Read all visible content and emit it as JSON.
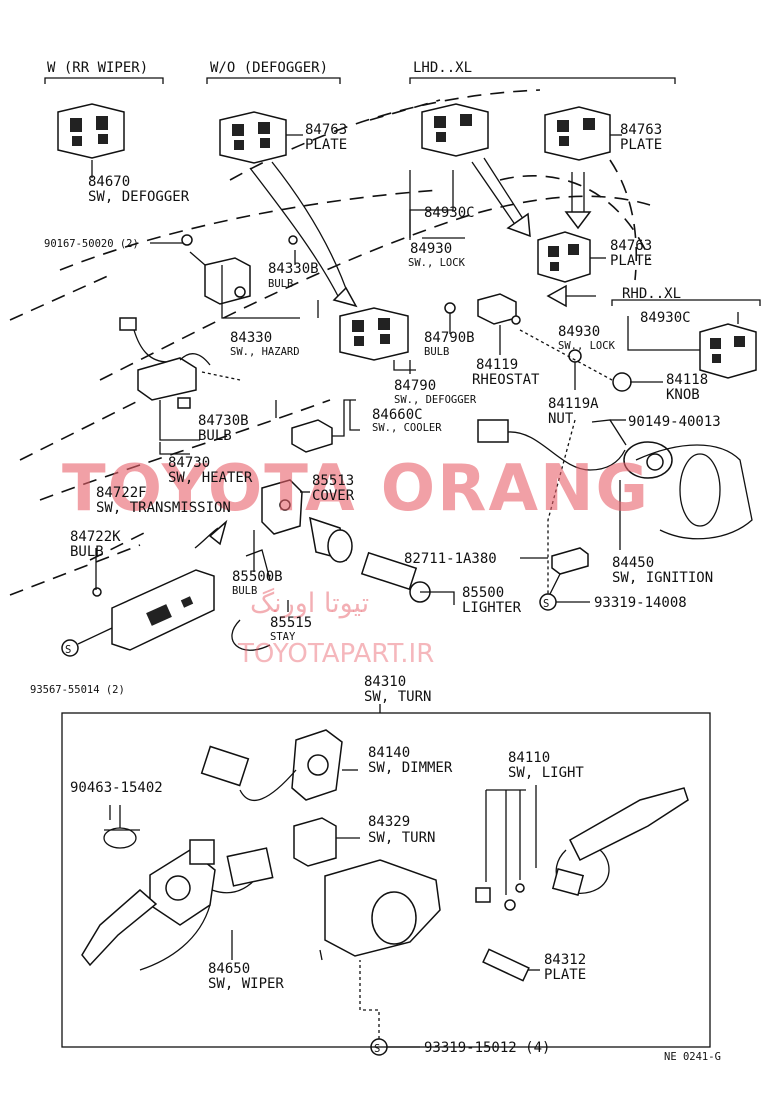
{
  "headers": {
    "rr_wiper": "W (RR WIPER)",
    "defogger": "W/O (DEFOGGER)",
    "lhd": "LHD..XL",
    "rhd": "RHD..XL"
  },
  "parts": {
    "p84670": {
      "num": "84670",
      "name": "SW, DEFOGGER"
    },
    "p84763a": {
      "num": "84763",
      "name": "PLATE"
    },
    "p84763b": {
      "num": "84763",
      "name": "PLATE"
    },
    "p84763c": {
      "num": "84763",
      "name": "PLATE"
    },
    "p90167": {
      "num": "90167-50020 (2)"
    },
    "p84330b": {
      "num": "84330B",
      "name": "BULB"
    },
    "p84930c_a": {
      "num": "84930C"
    },
    "p84930_a": {
      "num": "84930",
      "name": "SW., LOCK"
    },
    "p84930c_b": {
      "num": "84930C"
    },
    "p84930_b": {
      "num": "84930",
      "name": "SW., LOCK"
    },
    "p84330": {
      "num": "84330",
      "name": "SW., HAZARD"
    },
    "p84790b": {
      "num": "84790B",
      "name": "BULB"
    },
    "p84119": {
      "num": "84119",
      "name": "RHEOSTAT"
    },
    "p84790": {
      "num": "84790",
      "name": "SW., DEFOGGER"
    },
    "p84118": {
      "num": "84118",
      "name": "KNOB"
    },
    "p84119a": {
      "num": "84119A",
      "name": "NUT"
    },
    "p90149": {
      "num": "90149-40013"
    },
    "p84730b": {
      "num": "84730B",
      "name": "BULB"
    },
    "p84660c": {
      "num": "84660C",
      "name": "SW., COOLER"
    },
    "p84730": {
      "num": "84730",
      "name": "SW, HEATER"
    },
    "p85513": {
      "num": "85513",
      "name": "COVER"
    },
    "p84722f": {
      "num": "84722F",
      "name": "SW, TRANSMISSION"
    },
    "p84722k": {
      "num": "84722K",
      "name": "BULB"
    },
    "p82711": {
      "num": "82711-1A380"
    },
    "p84450": {
      "num": "84450",
      "name": "SW, IGNITION"
    },
    "p85500b": {
      "num": "85500B",
      "name": "BULB"
    },
    "p85500": {
      "num": "85500",
      "name": "LIGHTER"
    },
    "p93319a": {
      "num": "93319-14008"
    },
    "p85515": {
      "num": "85515",
      "name": "STAY"
    },
    "p93567": {
      "num": "93567-55014 (2)"
    },
    "p84310": {
      "num": "84310",
      "name": "SW, TURN"
    },
    "p84140": {
      "num": "84140",
      "name": "SW, DIMMER"
    },
    "p84110": {
      "num": "84110",
      "name": "SW, LIGHT"
    },
    "p90463": {
      "num": "90463-15402"
    },
    "p84329": {
      "num": "84329",
      "name": "SW, TURN"
    },
    "p84650": {
      "num": "84650",
      "name": "SW, WIPER"
    },
    "p84312": {
      "num": "84312",
      "name": "PLATE"
    },
    "p93319b": {
      "num": "93319-15012 (4)"
    }
  },
  "screw_symbol": "S",
  "footer_code": "NE 0241-G",
  "watermark": {
    "main": "TOYOTA ORANG",
    "persian": "تيوتا اورنگ",
    "site": "TOYOTAPART.IR"
  }
}
